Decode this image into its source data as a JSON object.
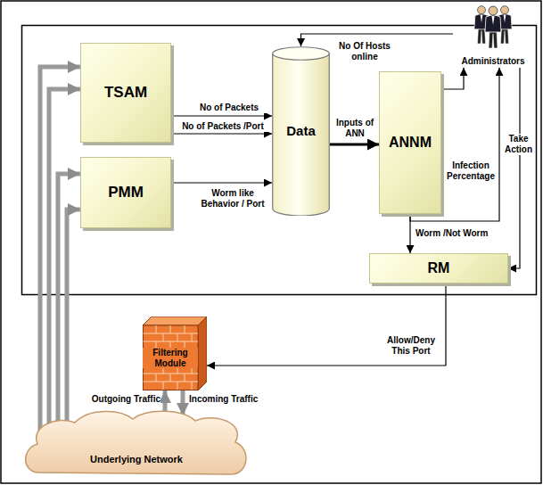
{
  "diagram": {
    "nodes": [
      {
        "text": [
          "TSAM"
        ]
      },
      {
        "text": [
          "PMM"
        ]
      },
      {
        "text": [
          "Data"
        ]
      },
      {
        "text": [
          "ANNM"
        ]
      },
      {
        "text": [
          "Administrators"
        ]
      },
      {
        "text": [
          "RM"
        ]
      },
      {
        "text": [
          "Filtering Module"
        ]
      },
      {
        "text": [
          "Underlying Network"
        ]
      }
    ],
    "edges": [
      {
        "from": 0,
        "to": 2,
        "arrow": "to",
        "label": "No of Packets"
      },
      {
        "from": 0,
        "to": 2,
        "arrow": "to",
        "label": "No of Packets /Port"
      },
      {
        "from": 1,
        "to": 2,
        "arrow": "to",
        "label": "Worm like Behavior / Port"
      },
      {
        "from": 4,
        "to": 2,
        "arrow": "to",
        "label": "No Of Hosts online"
      },
      {
        "from": 2,
        "to": 3,
        "arrow": "to",
        "label": "Inputs of ANN"
      },
      {
        "from": 3,
        "to": 4,
        "arrow": "to",
        "label": "Infection Percentage"
      },
      {
        "from": 3,
        "to": 5,
        "arrow": "to",
        "label": "Worm /Not Worm"
      },
      {
        "from": 3,
        "to": 4,
        "arrow": "to"
      },
      {
        "from": 4,
        "to": 5,
        "arrow": "to",
        "label": "Take Action"
      },
      {
        "from": 5,
        "to": 6,
        "arrow": "to",
        "label": "Allow/Deny This Port"
      },
      {
        "from": 6,
        "to": 7,
        "arrow": "to",
        "label": "Incoming Traffic"
      },
      {
        "from": 7,
        "to": 6,
        "arrow": "to",
        "label": "Outgoing Traffic"
      },
      {
        "from": 7,
        "to": 0,
        "arrow": "to"
      },
      {
        "from": 7,
        "to": 0,
        "arrow": "to"
      },
      {
        "from": 7,
        "to": 1,
        "arrow": "to"
      },
      {
        "from": 7,
        "to": 1,
        "arrow": "to"
      }
    ]
  }
}
